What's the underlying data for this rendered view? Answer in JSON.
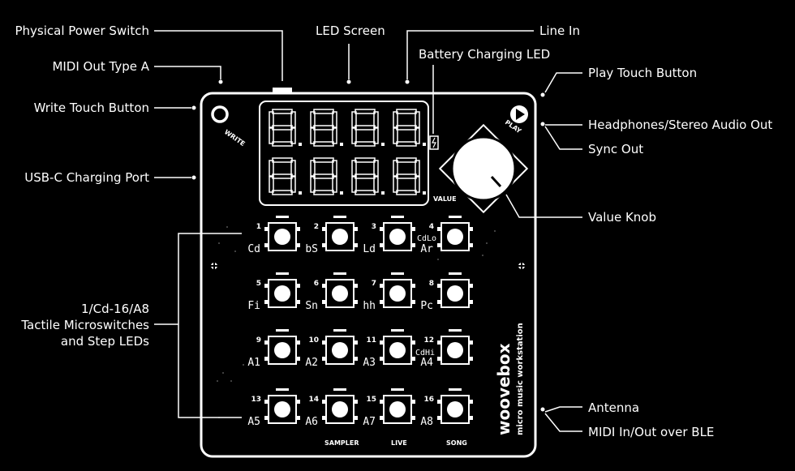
{
  "labels": {
    "power_switch": "Physical Power Switch",
    "midi_out": "MIDI Out Type A",
    "write_button": "Write Touch Button",
    "usbc": "USB-C Charging Port",
    "microswitches_line1": "1/Cd-16/A8",
    "microswitches_line2": "Tactile Microswitches",
    "microswitches_line3": "and Step LEDs",
    "led_screen": "LED Screen",
    "line_in": "Line In",
    "battery_led": "Battery Charging LED",
    "play_button": "Play Touch Button",
    "headphones": "Headphones/Stereo Audio Out",
    "sync_out": "Sync Out",
    "value_knob": "Value Knob",
    "antenna": "Antenna",
    "midi_ble": "MIDI In/Out over BLE"
  },
  "device": {
    "write": "WRITE",
    "play": "PLAY",
    "value": "VALUE",
    "brand": "woovebox",
    "tagline": "micro music workstation",
    "bottom_labels": [
      "SAMPLER",
      "LIVE",
      "SONG"
    ],
    "cdlo": "CdLo",
    "cdhi": "CdHi",
    "buttons": [
      {
        "n": "1",
        "tag": "Cd"
      },
      {
        "n": "2",
        "tag": "bS"
      },
      {
        "n": "3",
        "tag": "Ld"
      },
      {
        "n": "4",
        "tag": "Ar"
      },
      {
        "n": "5",
        "tag": "Fi"
      },
      {
        "n": "6",
        "tag": "Sn"
      },
      {
        "n": "7",
        "tag": "hh"
      },
      {
        "n": "8",
        "tag": "Pc"
      },
      {
        "n": "9",
        "tag": "A1"
      },
      {
        "n": "10",
        "tag": "A2"
      },
      {
        "n": "11",
        "tag": "A3"
      },
      {
        "n": "12",
        "tag": "A4"
      },
      {
        "n": "13",
        "tag": "A5"
      },
      {
        "n": "14",
        "tag": "A6"
      },
      {
        "n": "15",
        "tag": "A7"
      },
      {
        "n": "16",
        "tag": "A8"
      }
    ]
  }
}
